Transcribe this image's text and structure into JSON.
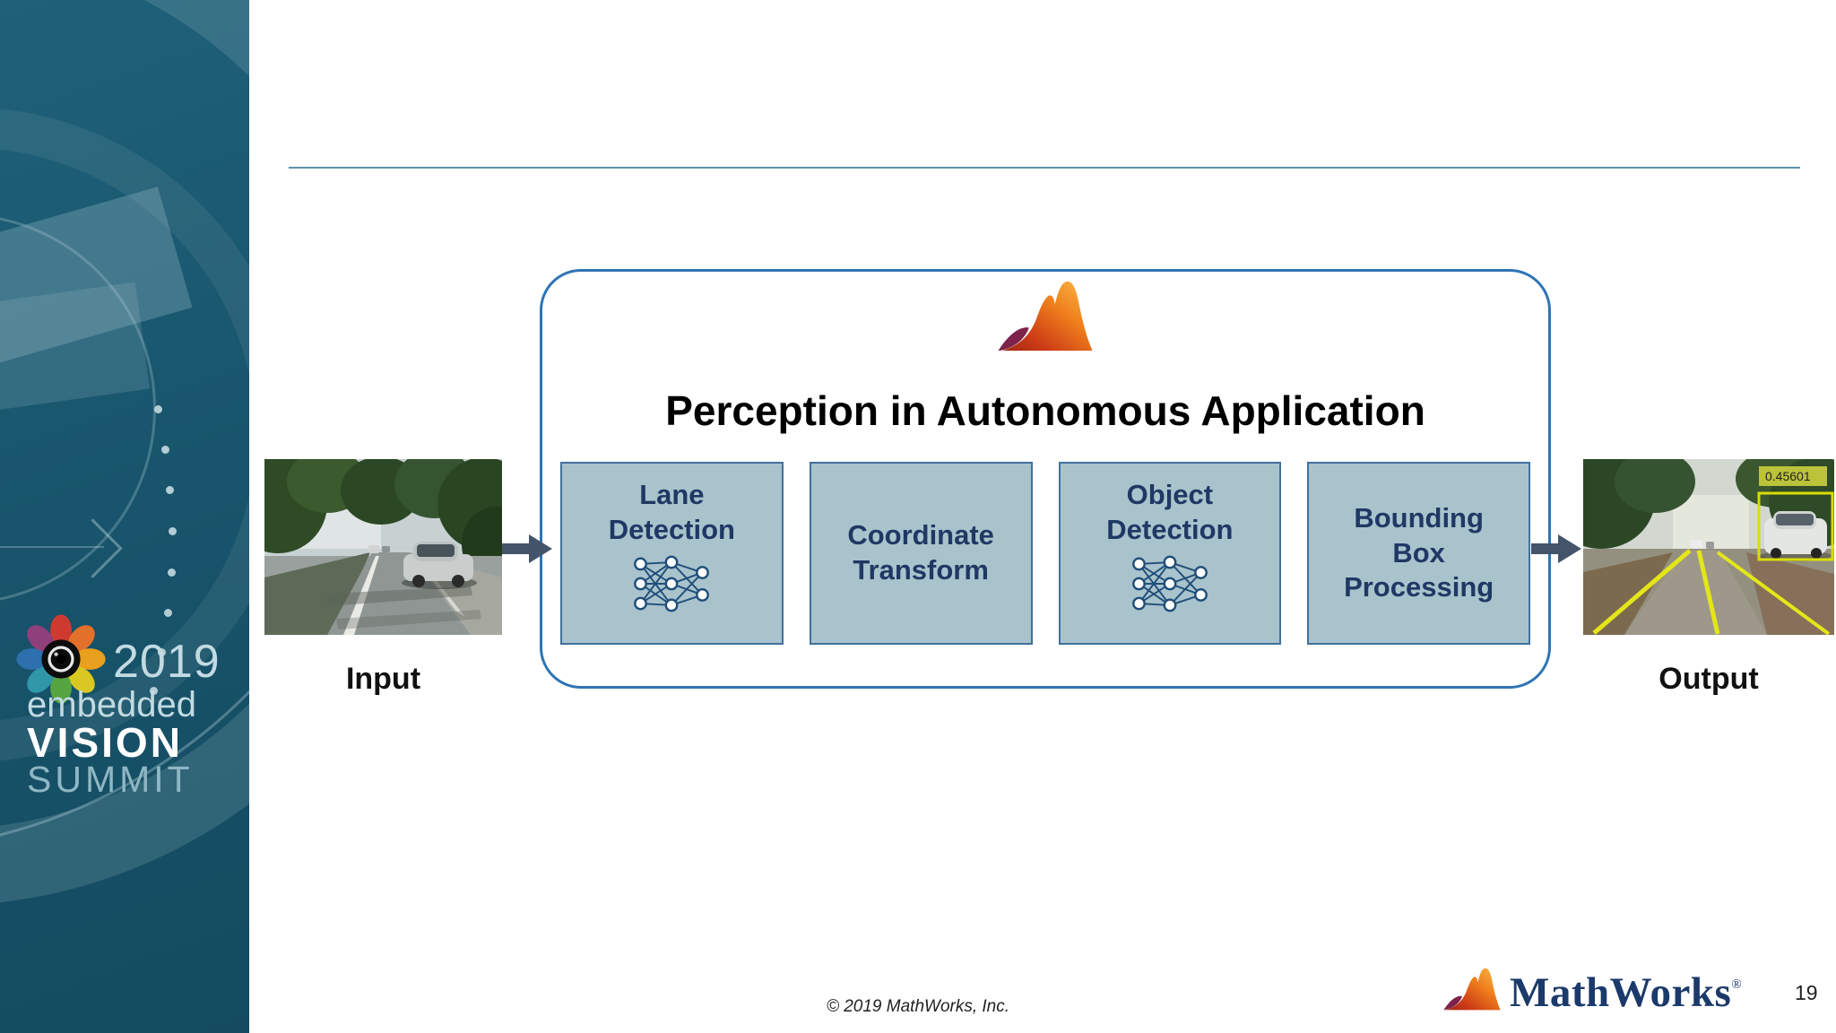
{
  "sidebar": {
    "year": "2019",
    "embedded": "embedded",
    "vision": "VISION",
    "summit": "SUMMIT"
  },
  "pipeline": {
    "title": "Perception in Autonomous Application",
    "stages": [
      {
        "label": "Lane Detection",
        "icon": "neural-network"
      },
      {
        "label": "Coordinate Transform",
        "icon": ""
      },
      {
        "label": "Object Detection",
        "icon": "neural-network"
      },
      {
        "label": "Bounding Box Processing",
        "icon": ""
      }
    ]
  },
  "io": {
    "input_label": "Input",
    "output_label": "Output",
    "output_detection_score": "0.45601"
  },
  "footer": {
    "copyright": "© 2019 MathWorks, Inc.",
    "brand": "MathWorks",
    "brand_registered": "®",
    "page_number": "19"
  },
  "colors": {
    "sidebar_background": "#1a5a70",
    "container_border": "#2e74b5",
    "stage_fill": "#a9c3cc",
    "stage_border": "#41719c",
    "stage_text": "#1f3864",
    "arrow": "#44546a",
    "lane_overlay_yellow": "#e4e619",
    "brand_navy": "#1b3a6b"
  }
}
